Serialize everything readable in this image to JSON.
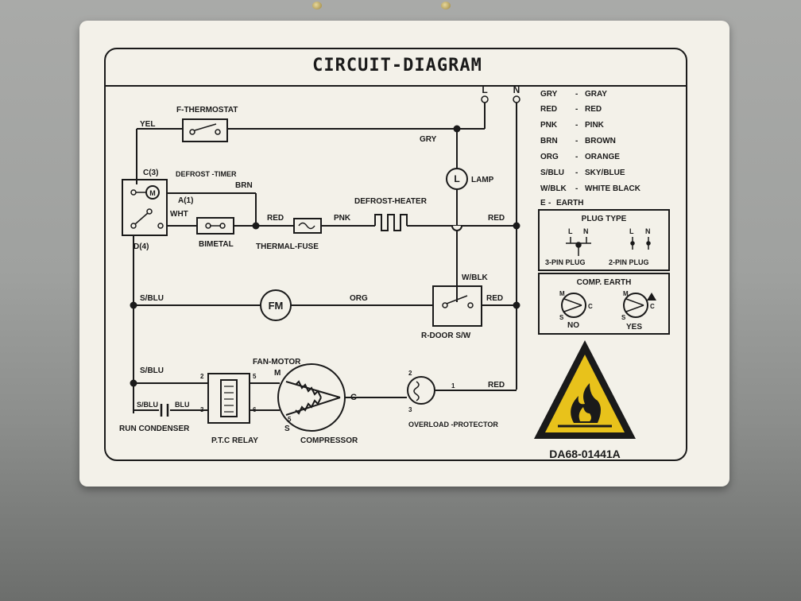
{
  "title": "CIRCUIT-DIAGRAM",
  "part_number": "DA68-01441A",
  "terminals": {
    "line": "L",
    "neutral": "N"
  },
  "components": {
    "f_thermostat": "F-THERMOSTAT",
    "defrost_timer": "DEFROST -TIMER",
    "c3": "C(3)",
    "a1": "A(1)",
    "d4": "D(4)",
    "motor_m": "M",
    "bimetal": "BIMETAL",
    "thermal_fuse": "THERMAL-FUSE",
    "defrost_heater": "DEFROST-HEATER",
    "lamp": "LAMP",
    "lamp_symbol": "L",
    "fan_motor_symbol": "FM",
    "r_door_sw": "R-DOOR S/W",
    "fan_motor": "FAN-MOTOR",
    "fan_motor_m": "M",
    "ptc_relay": "P.T.C RELAY",
    "compressor": "COMPRESSOR",
    "compressor_c": "C",
    "compressor_s": "S",
    "overload_protector": "OVERLOAD -PROTECTOR",
    "run_condenser": "RUN CONDENSER"
  },
  "wire_labels": {
    "yel": "YEL",
    "gry": "GRY",
    "brn": "BRN",
    "wht": "WHT",
    "red_1": "RED",
    "pnk": "PNK",
    "red_2": "RED",
    "w_blk": "W/BLK",
    "s_blu_1": "S/BLU",
    "org": "ORG",
    "red_3": "RED",
    "s_blu_2": "S/BLU",
    "s_blu_3": "S/BLU",
    "blu": "BLU",
    "red_4": "RED"
  },
  "pins": {
    "relay_2": "2",
    "relay_3": "3",
    "relay_5": "5",
    "relay_6": "6",
    "comp_5": "5",
    "olp_1": "1",
    "olp_2": "2",
    "olp_3": "3"
  },
  "color_legend": [
    {
      "code": "GRY",
      "name": "GRAY"
    },
    {
      "code": "RED",
      "name": "RED"
    },
    {
      "code": "PNK",
      "name": "PINK"
    },
    {
      "code": "BRN",
      "name": "BROWN"
    },
    {
      "code": "ORG",
      "name": "ORANGE"
    },
    {
      "code": "S/BLU",
      "name": "SKY/BLUE"
    },
    {
      "code": "W/BLK",
      "name": "WHITE BLACK"
    },
    {
      "code": "E",
      "name": "EARTH"
    }
  ],
  "plug_type": {
    "heading": "PLUG TYPE",
    "three_pin": "3-PIN PLUG",
    "two_pin": "2-PIN PLUG",
    "l": "L",
    "n": "N"
  },
  "comp_earth": {
    "heading": "COMP. EARTH",
    "no": "NO",
    "yes": "YES",
    "m": "M",
    "s": "S",
    "c": "C"
  },
  "colors": {
    "ink": "#1a1a1a",
    "sticker": "#f3f1e9",
    "warning_yellow": "#e8c21b"
  }
}
